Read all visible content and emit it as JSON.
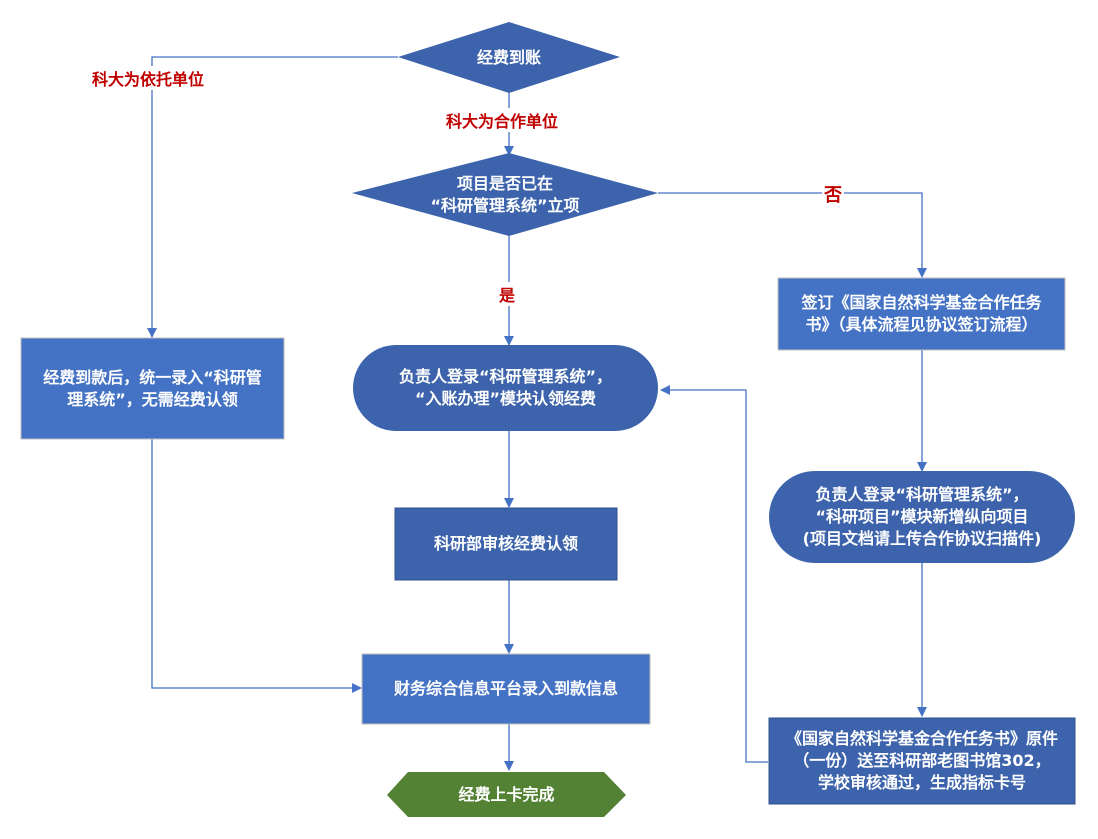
{
  "colors": {
    "dark_blue": "#3c63ab",
    "mid_blue": "#4472c4",
    "green": "#548235",
    "line": "#4472c4",
    "label_red": "#c00000"
  },
  "nodes": {
    "start": "经费到账",
    "decision": "项目是否已在\n“科研管理系统”立项",
    "left_box": "经费到款后，统一录入“科研管\n理系统”，无需经费认领",
    "claim": "负责人登录“科研管理系统”，\n“入账办理”模块认领经费",
    "review": "科研部审核经费认领",
    "finance": "财务综合信息平台录入到款信息",
    "end": "经费上卡完成",
    "sign": "签订《国家自然科学基金合作任务\n书》（具体流程见协议签订流程）",
    "new_project": "负责人登录“科研管理系统”，\n“科研项目”模块新增纵向项目\n(项目文档请上传合作协议扫描件)",
    "submit": "《国家自然科学基金合作任务书》原件\n（一份）送至科研部老图书馆302，\n学校审核通过，生成指标卡号"
  },
  "edge_labels": {
    "lead_unit": "科大为依托单位",
    "partner_unit": "科大为合作单位",
    "yes": "是",
    "no": "否"
  }
}
